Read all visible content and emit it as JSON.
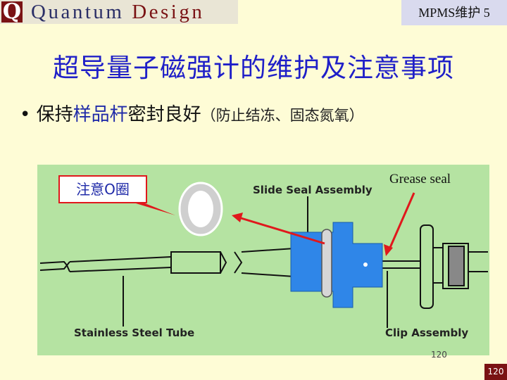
{
  "header": {
    "logo_letter": "Q",
    "logo_word1": "Quantum",
    "logo_word2": "Design",
    "slide_label": "MPMS维护 5"
  },
  "title": "超导量子磁强计的维护及注意事项",
  "bullet": {
    "marker": "•",
    "text_plain": "保持",
    "text_highlight": "样品杆",
    "text_rest": "密封良好",
    "text_paren": "（防止结冻、固态氮氧）"
  },
  "figure": {
    "callout_oring": "注意O圈",
    "label_grease_seal": "Grease seal",
    "label_slide_seal": "Slide Seal Assembly",
    "label_steel_tube": "Stainless Steel Tube",
    "label_clip": "Clip Assembly"
  },
  "footer": {
    "page_number": "120",
    "page_badge": "120"
  },
  "colors": {
    "accent_title": "#1f1fc8",
    "brand_red": "#7a1214",
    "figure_bg": "#b5e3a2",
    "seal_blue": "#2f86e8",
    "arrow_red": "#e0181c"
  }
}
